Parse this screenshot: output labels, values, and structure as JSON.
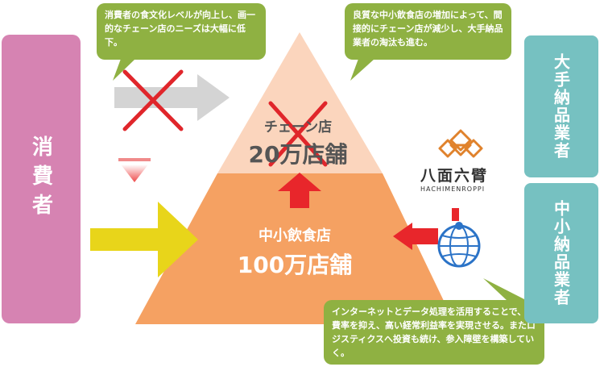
{
  "consumer": {
    "label": "消費者"
  },
  "pyramid": {
    "top": {
      "label": "チェーン店",
      "count": "20万店舗"
    },
    "bottom": {
      "label": "中小飲食店",
      "count": "100万店舗"
    }
  },
  "bubbles": {
    "left": "消費者の食文化レベルが向上し、画一的なチェーン店のニーズは大幅に低下。",
    "top_right": "良質な中小飲食店の増加によって、間接的にチェーン店が減少し、大手納品業者の淘汰も進む。",
    "bottom_right": "インターネットとデータ処理を活用することで、経費率を抑え、高い経常利益率を実現させる。またロジスティクスへ投資も続け、参入障壁を構築していく。"
  },
  "suppliers": {
    "large": "大手納品業者",
    "small": "中小納品業者"
  },
  "logo": {
    "name": "八面六臂",
    "subtitle": "HACHIMENROPPI"
  },
  "colors": {
    "consumer": "#d683b2",
    "pyramid_top": "#fbd5bd",
    "pyramid_bottom": "#f5a162",
    "bubble": "#8fb142",
    "supplier": "#76c1c1",
    "cross": "#e0262b",
    "arrow_yellow": "#e8d51a",
    "arrow_red": "#e8262b"
  }
}
